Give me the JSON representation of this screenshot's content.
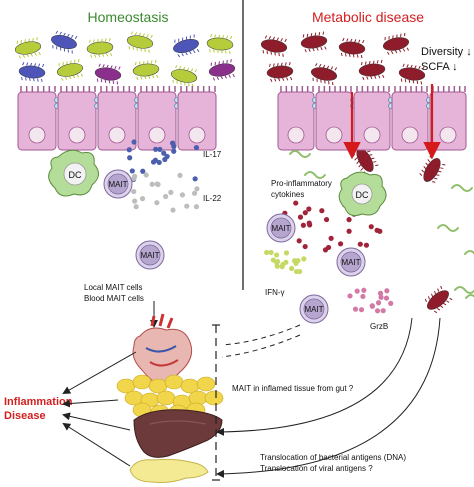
{
  "panels": {
    "left_title": "Homeostasis",
    "right_title": "Metabolic disease"
  },
  "indicators": {
    "diversity": "Diversity ↓",
    "scfa": "SCFA ↓"
  },
  "cells": {
    "dc": "DC",
    "mait": "MAIT"
  },
  "cytokines": {
    "il17": "IL-17",
    "il22": "IL-22",
    "pro_inflammatory": "Pro-inflammatory\ncytokines",
    "ifn_gamma": "IFN-γ",
    "grzb": "GrzB"
  },
  "notes": {
    "local_mait": "Local MAIT cells",
    "blood_mait": "Blood MAIT cells",
    "inflamed_tissue": "MAIT in inflamed tissue from gut ?",
    "translocation_bacterial": "Translocation of bacterial antigens (DNA)",
    "translocation_viral": "Translocation of viral antigens ?"
  },
  "outcome": {
    "line1": "Inflammation",
    "line2": "Disease"
  },
  "colors": {
    "title_green": "#3a8a2e",
    "title_red": "#d11f1f",
    "epithelium": "#e6b3d9",
    "epithelium_stroke": "#a05a92",
    "bacteria_yellow": "#b7cc3a",
    "bacteria_blue": "#4d55b8",
    "bacteria_purple": "#8b2f8c",
    "bacteria_red": "#8e1c2a",
    "mait": "#b6a5cf",
    "dc": "#b4dd9a",
    "arrow_red": "#d41a1a",
    "dot_blue": "#4c5fae",
    "dot_grey": "#bdbdbd",
    "dot_red": "#a0233a",
    "dot_green": "#c5da66",
    "dot_pink": "#d27aa5",
    "fat": "#f1d54a",
    "liver": "#6c3a3a",
    "pancreas": "#f3ea93"
  }
}
